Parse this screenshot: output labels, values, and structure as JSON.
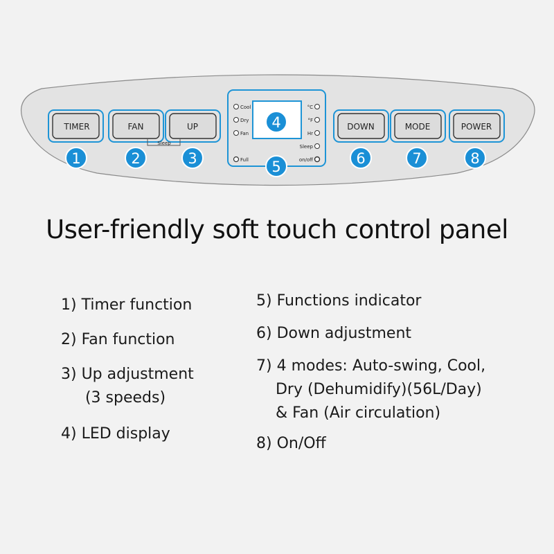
{
  "colors": {
    "page_bg": "#f2f2f2",
    "panel_fill": "#e3e3e3",
    "button_outline": "#1d94d6",
    "badge_fill": "#1a8fd6",
    "badge_text": "#ffffff",
    "led_screen": "#1a8fd6"
  },
  "panel": {
    "buttons": {
      "timer": "TIMER",
      "fan": "FAN",
      "up": "UP",
      "down": "DOWN",
      "mode": "MODE",
      "power": "POWER",
      "sleep_link": "Sleep"
    },
    "badges": [
      "1",
      "2",
      "3",
      "4",
      "5",
      "6",
      "7",
      "8"
    ],
    "indicator": {
      "left": [
        "Cool",
        "Dry",
        "Fan"
      ],
      "right": [
        "°C",
        "°F",
        "Hr",
        "Sleep"
      ],
      "full": "Full",
      "onoff": "on/off"
    }
  },
  "headline": "User-friendly soft touch control panel",
  "list_left": [
    "1) Timer function",
    "2) Fan function",
    "3) Up adjustment",
    "     (3 speeds)",
    "4) LED display"
  ],
  "list_right": [
    "5) Functions indicator",
    "6) Down adjustment",
    "7) 4 modes: Auto-swing, Cool,",
    "    Dry (Dehumidify)(56L/Day)",
    "    & Fan (Air circulation)",
    "8) On/Off"
  ]
}
